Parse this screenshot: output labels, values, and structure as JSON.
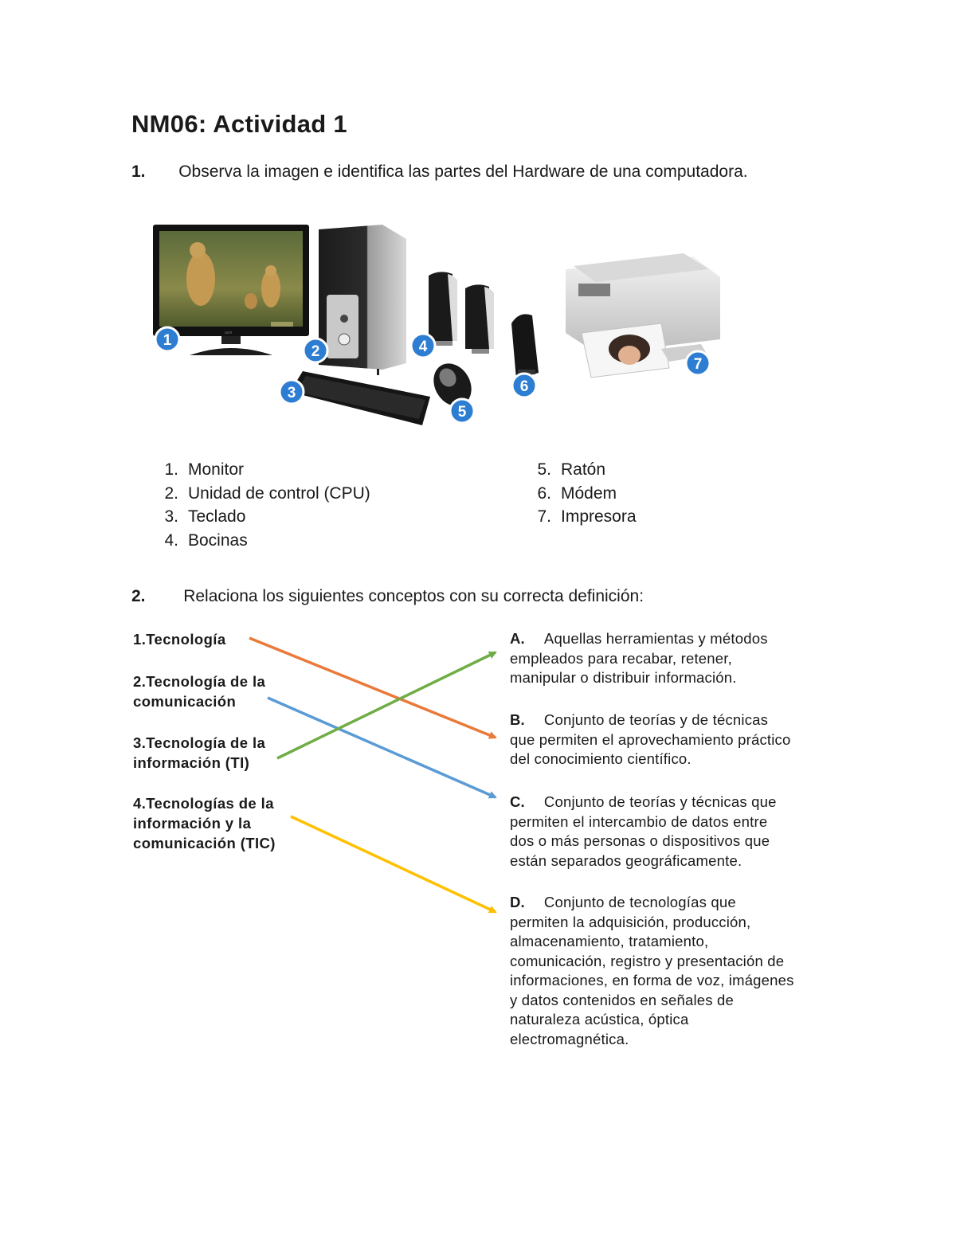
{
  "title": "NM06: Actividad 1",
  "q1": {
    "number": "1.",
    "text": "Observa la imagen e identifica las partes del Hardware de una computadora."
  },
  "hardware_figure": {
    "badges": [
      "1",
      "2",
      "3",
      "4",
      "5",
      "6",
      "7"
    ],
    "monitor_brand": "acer"
  },
  "hardware_list": [
    {
      "n": "1.",
      "label": "Monitor"
    },
    {
      "n": "2.",
      "label": "Unidad de control (CPU)"
    },
    {
      "n": "3.",
      "label": "Teclado"
    },
    {
      "n": "4.",
      "label": "Bocinas"
    },
    {
      "n": "5.",
      "label": "Ratón"
    },
    {
      "n": "6.",
      "label": "Módem"
    },
    {
      "n": "7.",
      "label": "Impresora"
    }
  ],
  "q2": {
    "number": "2.",
    "text": "Relaciona los siguientes conceptos con su correcta definición:"
  },
  "concepts": [
    {
      "lines": [
        "1.Tecnología"
      ]
    },
    {
      "lines": [
        "2.Tecnología de la",
        "comunicación"
      ]
    },
    {
      "lines": [
        "3.Tecnología de la",
        "información (TI)"
      ]
    },
    {
      "lines": [
        "4.Tecnologías de la",
        "información y la",
        "comunicación (TIC)"
      ]
    }
  ],
  "definitions": [
    {
      "letter": "A.",
      "lines": [
        "Aquellas herramientas y métodos",
        "empleados para recabar, retener,",
        "manipular o distribuir información."
      ]
    },
    {
      "letter": "B.",
      "lines": [
        "Conjunto de teorías y de técnicas",
        "que permiten el aprovechamiento práctico",
        "del conocimiento científico."
      ]
    },
    {
      "letter": "C.",
      "lines": [
        "Conjunto de teorías y técnicas que",
        "permiten el intercambio de datos entre",
        "dos o más personas o dispositivos que",
        "están separados geográficamente."
      ]
    },
    {
      "letter": "D.",
      "lines": [
        "Conjunto de tecnologías que",
        "permiten la adquisición, producción,",
        "almacenamiento, tratamiento,",
        "comunicación, registro y presentación de",
        "informaciones, en forma de voz, imágenes",
        "y datos contenidos en señales de",
        "naturaleza acústica, óptica",
        "electromagnética."
      ]
    }
  ],
  "arrow_colors": {
    "concept1_to_B": "#e97a3a",
    "concept2_to_C": "#5b9bd5",
    "concept3_to_A": "#70ad47",
    "concept4_to_D": "#ffc000"
  },
  "badge_color": "#2d7dd2"
}
